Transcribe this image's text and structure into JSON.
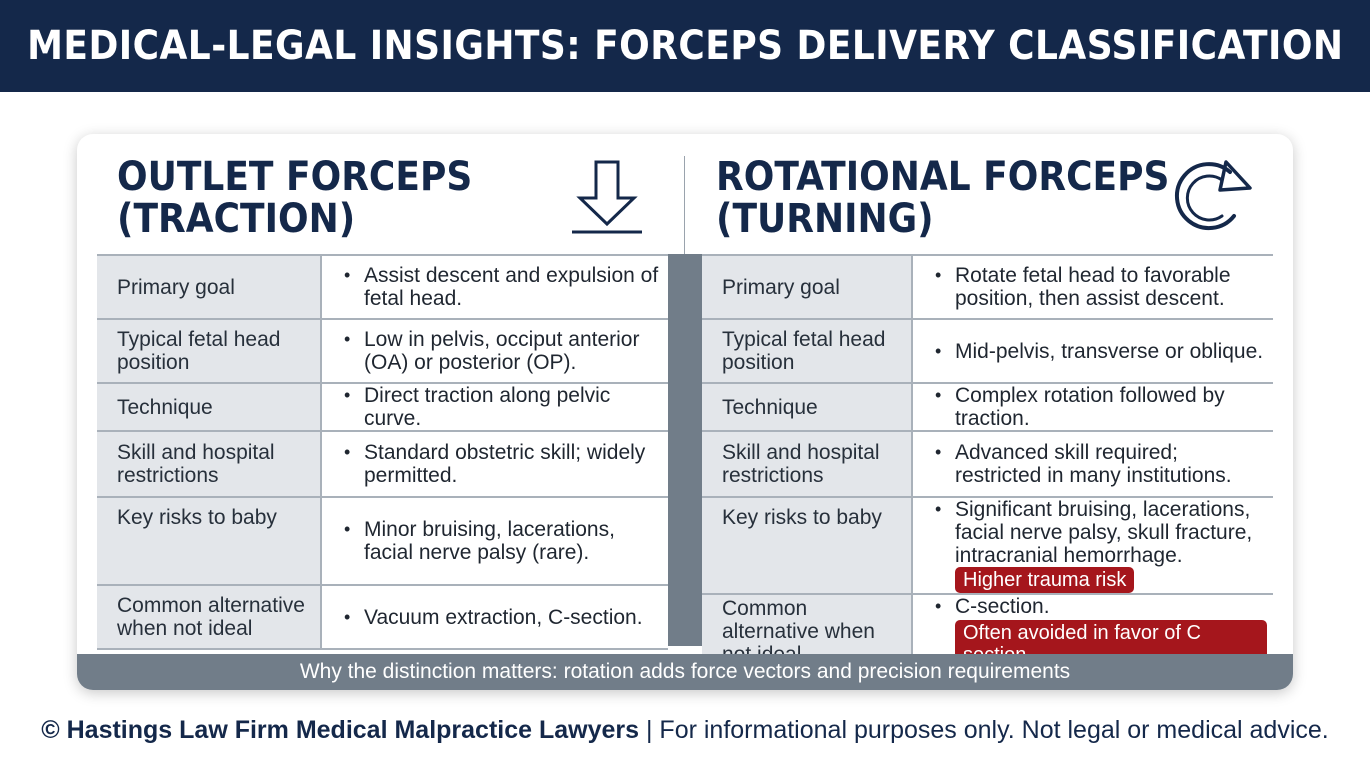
{
  "header": {
    "title": "MEDICAL-LEGAL INSIGHTS: FORCEPS DELIVERY CLASSIFICATION"
  },
  "left": {
    "title_line1": "OUTLET FORCEPS",
    "title_line2": "(TRACTION)",
    "icon": "arrow-down-icon",
    "rows": [
      {
        "label": "Primary goal",
        "value": "Assist descent and expulsion of fetal head."
      },
      {
        "label": "Typical fetal head position",
        "value": "Low in pelvis, occiput anterior (OA) or posterior (OP)."
      },
      {
        "label": "Technique",
        "value": "Direct traction along pelvic curve."
      },
      {
        "label": "Skill and hospital restrictions",
        "value": "Standard obstetric skill; widely permitted."
      },
      {
        "label": "Key risks to baby",
        "value": "Minor bruising, lacerations, facial nerve palsy (rare)."
      },
      {
        "label": "Common alternative when not ideal",
        "value": "Vacuum extraction, C-section."
      }
    ]
  },
  "right": {
    "title_line1": "ROTATIONAL FORCEPS",
    "title_line2": "(TURNING)",
    "icon": "rotate-clockwise-icon",
    "rows": [
      {
        "label": "Primary goal",
        "value": "Rotate fetal head to favorable position, then assist descent."
      },
      {
        "label": "Typical fetal head position",
        "value": "Mid-pelvis, transverse or oblique."
      },
      {
        "label": "Technique",
        "value": "Complex rotation followed by traction."
      },
      {
        "label": "Skill and hospital restrictions",
        "value": "Advanced skill required; restricted in many institutions."
      },
      {
        "label": "Key risks to baby",
        "value": "Significant bruising, lacerations, facial nerve palsy, skull fracture, intracranial hemorrhage.",
        "badge": "Higher trauma risk"
      },
      {
        "label": "Common alternative when not ideal",
        "value": "C-section.",
        "badge": "Often avoided in favor of C section"
      }
    ]
  },
  "bullet_glyph": "•",
  "footer_note": "Why the distinction matters: rotation adds force vectors and precision requirements",
  "copyright": {
    "firm": "© Hastings Law Firm Medical Malpractice Lawyers",
    "disclaimer": " | For informational purposes only. Not legal or medical advice."
  },
  "colors": {
    "navy": "#14284a",
    "gray_bar": "#717d89",
    "label_bg": "#e3e6ea",
    "badge_red": "#a5161c"
  }
}
